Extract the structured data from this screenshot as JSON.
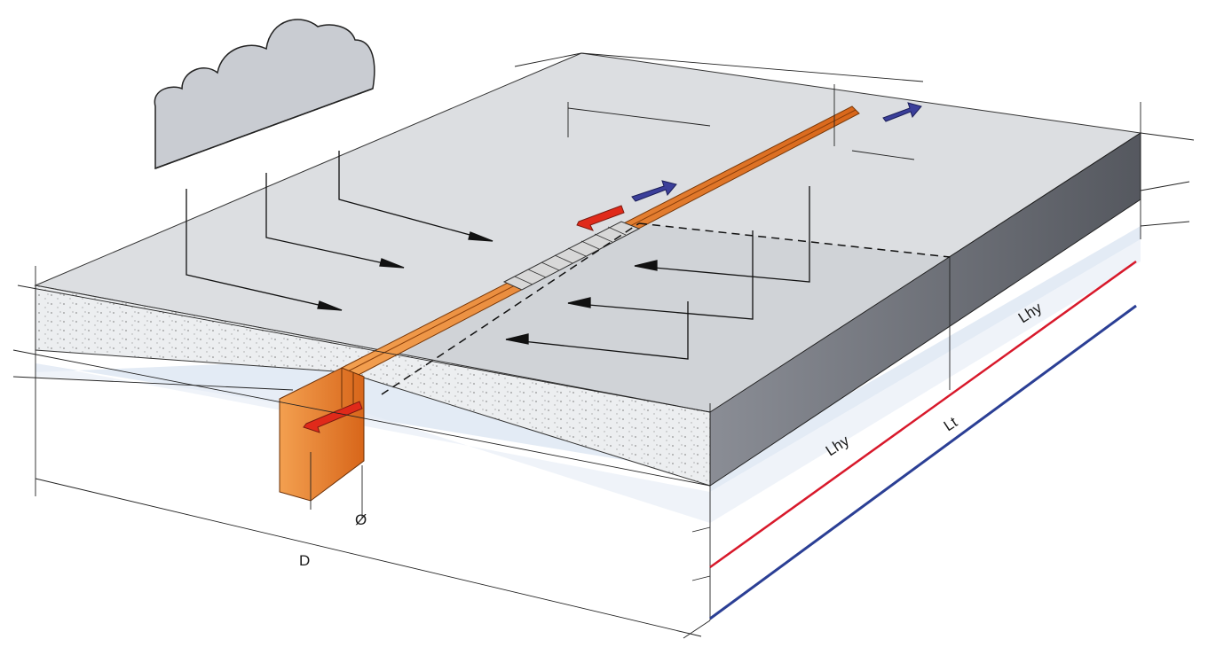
{
  "labels": {
    "diameter": "Ø",
    "depth": "D",
    "length_hy_upper": "Lhy",
    "length_hy_lower": "Lhy",
    "length_total": "Lt"
  },
  "colors": {
    "channel": "#e8741e",
    "outflow_arrow": "#e02a1a",
    "blue_arrow": "#3b3f9a",
    "red_line": "#d8192b",
    "blue_line": "#2b3f95",
    "slab_top": "#dadcde",
    "slab_side": "#6b6f7a"
  }
}
